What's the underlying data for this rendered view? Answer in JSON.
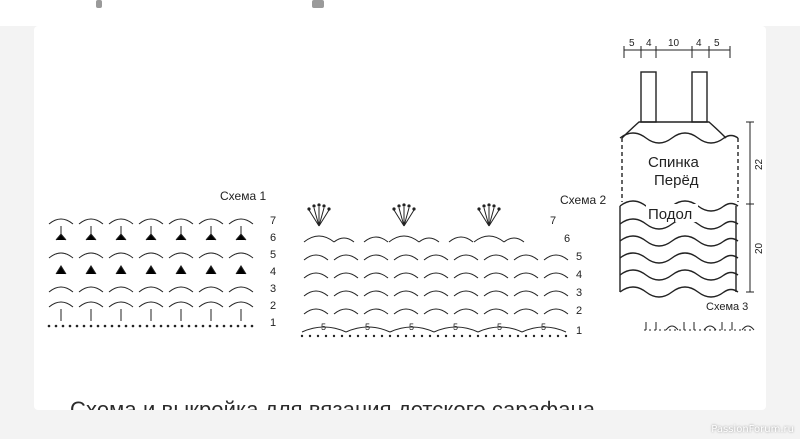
{
  "scheme1": {
    "title": "Схема 1",
    "row_numbers": [
      "7",
      "6",
      "5",
      "4",
      "3",
      "2",
      "1"
    ]
  },
  "scheme2": {
    "title": "Схема 2",
    "row_numbers": [
      "7",
      "6",
      "5",
      "4",
      "3",
      "2",
      "1"
    ],
    "chain_label": "5"
  },
  "scheme3": {
    "title": "Схема 3"
  },
  "pattern": {
    "top_dims": [
      "5",
      "4",
      "10",
      "4",
      "5"
    ],
    "bodice_label_line1": "Спинка",
    "bodice_label_line2": "Перёд",
    "skirt_label": "Подол",
    "bodice_height": "22",
    "skirt_height": "20"
  },
  "caption": "Схема и выкройка для вязания детского сарафана",
  "watermark": "PassionForum.ru"
}
